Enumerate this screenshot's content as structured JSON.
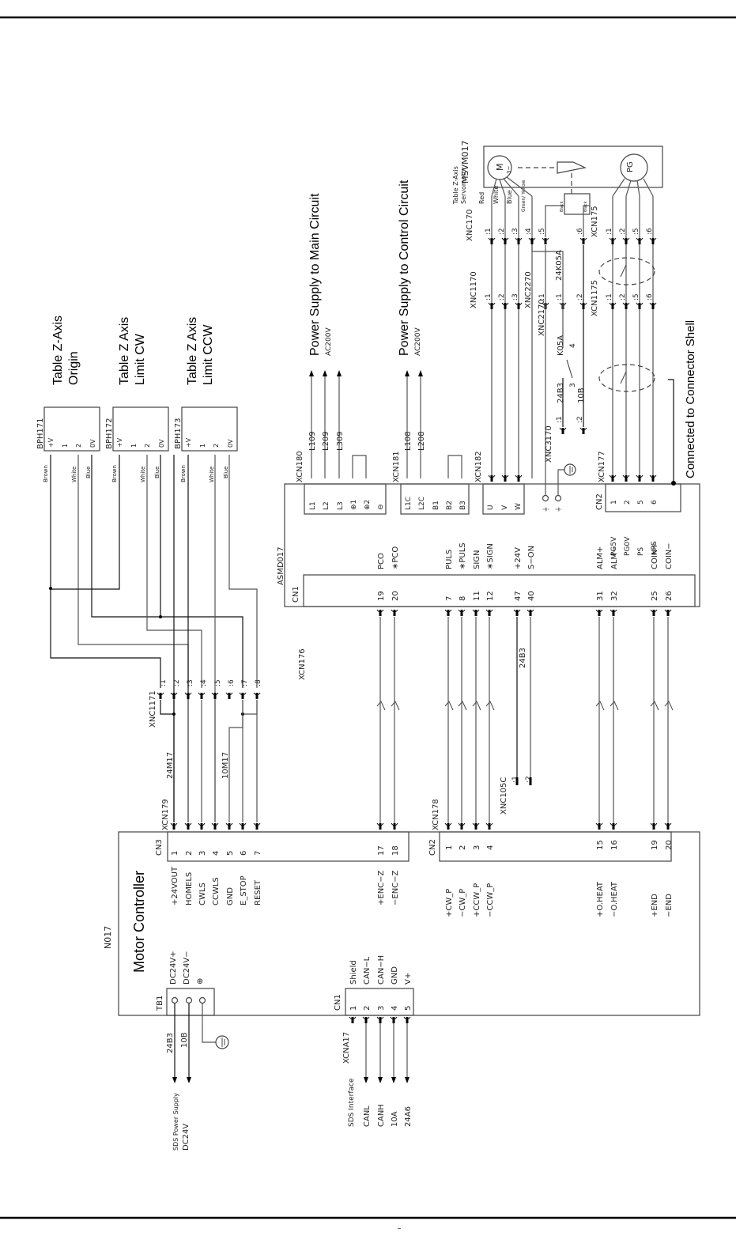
{
  "page": {
    "footer_mark": "–"
  },
  "sensors": [
    {
      "id": "BPH171",
      "title_l1": "Table Z-Axis",
      "title_l2": "Origin",
      "pins": [
        "+V",
        "1",
        "2",
        "0V"
      ],
      "wires": [
        "Brown",
        "White",
        "Blue"
      ]
    },
    {
      "id": "BPH172",
      "title_l1": "Table Z Axis",
      "title_l2": "Limit CW",
      "pins": [
        "+V",
        "1",
        "2",
        "0V"
      ],
      "wires": [
        "Brown",
        "White",
        "Blue"
      ]
    },
    {
      "id": "BPH173",
      "title_l1": "Table Z Axis",
      "title_l2": "Limit CCW",
      "pins": [
        "+V",
        "1",
        "2",
        "0V"
      ],
      "wires": [
        "Brown",
        "White",
        "Blue"
      ]
    }
  ],
  "power_main": {
    "title": "Power Supply to Main Circuit",
    "voltage": "AC200V",
    "connector": "XCN180",
    "wires": [
      "L109",
      "L209",
      "L309"
    ],
    "terminals": [
      "L1",
      "L2",
      "L3",
      "⊕1",
      "⊕2",
      "⊖"
    ]
  },
  "power_control": {
    "title": "Power Supply to Control Circuit",
    "voltage": "AC200V",
    "connector": "XCN181",
    "wires": [
      "L108",
      "L208"
    ],
    "terminals": [
      "L1C",
      "L2C",
      "B1",
      "B2",
      "B3"
    ]
  },
  "motor_out": {
    "connector": "XCN182",
    "terminals": [
      "U",
      "V",
      "W"
    ],
    "ground_terminals": [
      "⏚",
      "⏚"
    ]
  },
  "servomotor": {
    "title_l1": "Table Z-Axis",
    "title_l2": "Servomotor",
    "id": "MSVM017",
    "motor_symbol": "M",
    "motor_sub": "3~",
    "encoder_symbol": "PG",
    "conn_motor": "XNC170",
    "motor_pins": [
      ":1",
      ":2",
      ":3",
      ":4"
    ],
    "motor_wire_colors": [
      "Red",
      "White",
      "Blue",
      "Green/ Yellow"
    ],
    "brake_pins": [
      ":5",
      ":6"
    ],
    "brake_wire_colors": [
      "Black",
      "Black"
    ],
    "conn_encoder": "XCN175",
    "encoder_pins": [
      ":1",
      ":2",
      ":5",
      ":6"
    ],
    "conn_motor_mid": "XNC1170",
    "motor_mid_pins": [
      ":1",
      ":2",
      ":3"
    ],
    "conn_ground_mid": "XNC2270",
    "ground_mid_pins": [
      ":1"
    ],
    "conn_brake_mid": "XNC2170",
    "brake_mid_pins": [
      ":1",
      ":2"
    ],
    "brake_wire": "24K05A",
    "conn_encoder_mid": "XCN1175",
    "encoder_mid_pins": [
      ":1",
      ":2",
      ":5",
      ":6"
    ],
    "relay": {
      "id": "K05A",
      "contacts": [
        "3",
        "4"
      ]
    },
    "conn_relay": "XNC3170",
    "relay_pins": [
      ":1",
      ":2"
    ],
    "relay_wires": [
      "24B3",
      "10B"
    ],
    "shell_note": "Connected to Connector Shell"
  },
  "driver": {
    "id": "ASMD017",
    "cn2": {
      "label": "CN2",
      "connector": "XCN177",
      "pins": [
        "1",
        "2",
        "5",
        "6"
      ],
      "signals": [
        "PG5V",
        "PG0V",
        "PS",
        "∗PS"
      ]
    },
    "cn1": {
      "label": "CN1",
      "connector": "XCN176",
      "pins": [
        "19",
        "20",
        "7",
        "8",
        "11",
        "12",
        "47",
        "40",
        "31",
        "32",
        "25",
        "26"
      ],
      "signals": [
        "PCO",
        "∗PCO",
        "PULS",
        "∗PULS",
        "SIGN",
        "∗SIGN",
        "+24V",
        "S−ON",
        "ALM+",
        "ALM−",
        "COIN+",
        "COIN−"
      ]
    },
    "wire_24v": "24B3"
  },
  "xnc105c": {
    "connector": "XNC105C",
    "pins": [
      ":1",
      ":2"
    ]
  },
  "sensor_harness": {
    "connector": "XNC1171",
    "pins": [
      ":1",
      ":2",
      ":3",
      ":4",
      ":5",
      ":6",
      ":7",
      ":8"
    ],
    "wires": [
      "24M17",
      "10M17"
    ]
  },
  "controller": {
    "id": "N017",
    "title": "Motor Controller",
    "cn3": {
      "label": "CN3",
      "connector": "XCN179",
      "pins": [
        "1",
        "2",
        "3",
        "4",
        "5",
        "6",
        "7",
        "17",
        "18"
      ],
      "signals": [
        "+24VOUT",
        "HOMELS",
        "CWLS",
        "CCWLS",
        "GND",
        "E_STOP",
        "RESET",
        "+ENC−Z",
        "−ENC−Z"
      ]
    },
    "cn2": {
      "label": "CN2",
      "connector": "XCN178",
      "pins": [
        "1",
        "2",
        "3",
        "4",
        "15",
        "16",
        "19",
        "20"
      ],
      "signals": [
        "+CW_P",
        "−CW_P",
        "+CCW_P",
        "−CCW_P",
        "+O.HEAT",
        "−O.HEAT",
        "+END",
        "−END"
      ]
    },
    "tb1": {
      "label": "TB1",
      "signals": [
        "DC24V+",
        "DC24V−",
        "⊕"
      ],
      "wires": [
        "24B3",
        "10B"
      ]
    },
    "cn1": {
      "label": "CN1",
      "connector": "XCNA17",
      "pins": [
        "1",
        "2",
        "3",
        "4",
        "5"
      ],
      "signals": [
        "Shield",
        "CAN−L",
        "CAN−H",
        "GND",
        "V+"
      ]
    }
  },
  "sds_power": {
    "title": "SDS Power Supply",
    "voltage": "DC24V"
  },
  "sds_interface": {
    "title": "SDS Interface",
    "wires": [
      "CANL",
      "CANH",
      "10A",
      "24A6"
    ]
  }
}
